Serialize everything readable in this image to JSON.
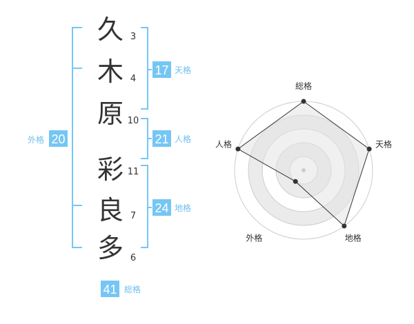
{
  "colors": {
    "accent": "#6fc0ee",
    "badge_bg": "#75c6f4",
    "text": "#333333",
    "ring": "#cccccc",
    "ring_fill": "#ebebeb",
    "area": "#e4e4e4"
  },
  "characters": [
    {
      "char": "久",
      "strokes": "3"
    },
    {
      "char": "木",
      "strokes": "4"
    },
    {
      "char": "原",
      "strokes": "10"
    },
    {
      "char": "彩",
      "strokes": "11"
    },
    {
      "char": "良",
      "strokes": "7"
    },
    {
      "char": "多",
      "strokes": "6"
    }
  ],
  "badges": {
    "tenkaku": {
      "value": "17",
      "label": "天格"
    },
    "jinkaku": {
      "value": "21",
      "label": "人格"
    },
    "chikaku": {
      "value": "24",
      "label": "地格"
    },
    "gaikaku": {
      "value": "20",
      "label": "外格"
    },
    "soukaku": {
      "value": "41",
      "label": "総格"
    }
  },
  "chart_data": {
    "type": "radar",
    "axes": [
      "総格",
      "天格",
      "地格",
      "外格",
      "人格"
    ],
    "values": [
      5,
      5,
      5,
      1,
      5
    ],
    "max": 5,
    "rings": 5
  }
}
